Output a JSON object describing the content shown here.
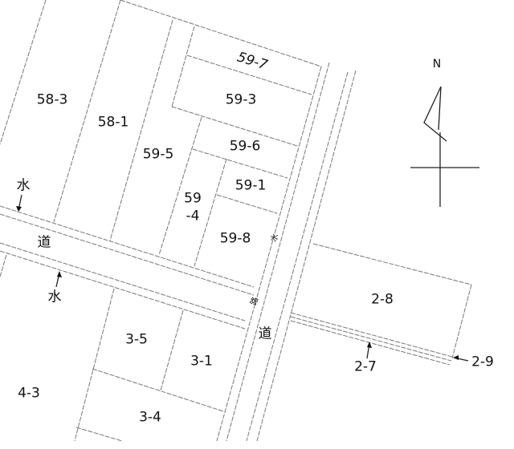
{
  "compass": {
    "north_label": "N"
  },
  "parcels": {
    "p58_3": "58-3",
    "p58_1": "58-1",
    "p59_5": "59-5",
    "p59_7": "59-7",
    "p59_3": "59-3",
    "p59_6": "59-6",
    "p59_1": "59-1",
    "p59_4a": "59",
    "p59_4b": "-4",
    "p59_8": "59-8",
    "p3_5": "3-5",
    "p3_1": "3-1",
    "p3_4": "3-4",
    "p4_3": "4-3",
    "p2_8": "2-8",
    "p2_7": "2-7",
    "p2_9": "2-9"
  },
  "features": {
    "water_top": "水",
    "water_bottom": "水",
    "road_west": "道",
    "road_east": "道",
    "waterway_a": "水",
    "waterway_b": "路"
  }
}
